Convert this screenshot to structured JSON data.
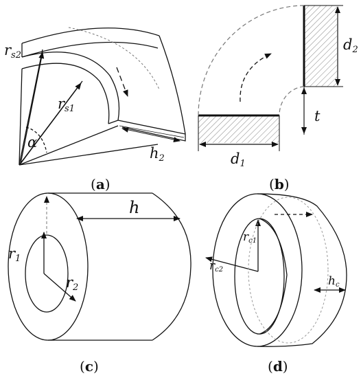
{
  "panels": {
    "a": {
      "caption_open": "(",
      "caption_letter": "a",
      "caption_close": ")",
      "labels": {
        "rs2_base": "r",
        "rs2_sub": "s2",
        "rs1_base": "r",
        "rs1_sub": "s1",
        "alpha": "α",
        "h2_base": "h",
        "h2_sub": "2"
      }
    },
    "b": {
      "caption_open": "(",
      "caption_letter": "b",
      "caption_close": ")",
      "labels": {
        "d2_base": "d",
        "d2_sub": "2",
        "t": "t",
        "d1_base": "d",
        "d1_sub": "1"
      }
    },
    "c": {
      "caption_open": "(",
      "caption_letter": "c",
      "caption_close": ")",
      "labels": {
        "h": "h",
        "r1_base": "r",
        "r1_sub": "1",
        "r2_base": "r",
        "r2_sub": "2"
      }
    },
    "d": {
      "caption_open": "(",
      "caption_letter": "d",
      "caption_close": ")",
      "labels": {
        "rc1_base": "r",
        "rc1_sub": "c1",
        "rc2_base": "r",
        "rc2_sub": "c2",
        "hc_base": "h",
        "hc_sub": "c"
      }
    }
  },
  "colors": {
    "ink": "#111111",
    "dash": "#777777",
    "hatch": "#888888"
  }
}
